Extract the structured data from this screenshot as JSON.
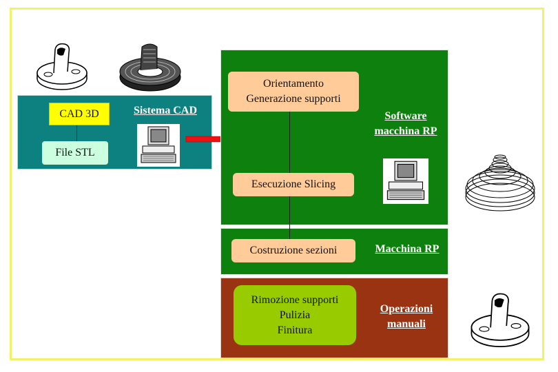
{
  "cad": {
    "box1": "CAD 3D",
    "box2": "File STL",
    "label": "Sistema CAD"
  },
  "software": {
    "box_lines": [
      "Orientamento",
      "Generazione supporti"
    ],
    "box2": "Esecuzione  Slicing",
    "label_lines": [
      "Software",
      "macchina RP"
    ]
  },
  "machine": {
    "box": "Costruzione  sezioni",
    "label": "Macchina RP"
  },
  "manual": {
    "box_lines": [
      "Rimozione supporti",
      "Pulizia",
      "Finitura"
    ],
    "label_lines": [
      "Operazioni",
      "manuali"
    ]
  },
  "colors": {
    "frame": "#f2f26a",
    "cad_panel": "#0d8080",
    "software_panel": "#0d800d",
    "manual_panel": "#993311",
    "arrow": "#ee1111"
  },
  "icons": [
    "part-sketch-icon",
    "wireframe-part-icon",
    "computer-icon",
    "slice-stack-icon"
  ]
}
